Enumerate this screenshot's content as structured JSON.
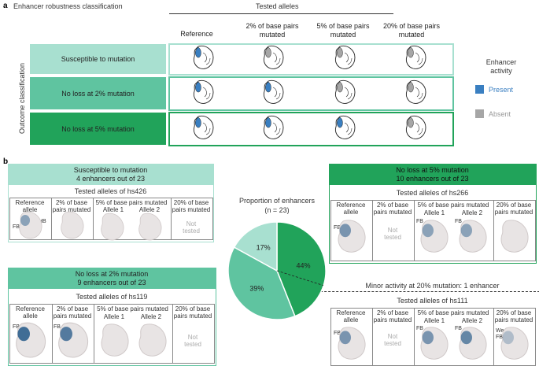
{
  "panel_a": {
    "label": "a",
    "title": "Enhancer robustness classification",
    "tested_alleles_title": "Tested alleles",
    "columns": [
      "Reference",
      "2% of base pairs\nmutated",
      "5% of base pairs\nmutated",
      "20% of base pairs\nmutated"
    ],
    "outcome_label": "Outcome classification",
    "rows": [
      {
        "label": "Susceptible to mutation",
        "color": "#a8e0d0",
        "activity": [
          "present",
          "absent",
          "absent",
          "absent"
        ]
      },
      {
        "label": "No loss at 2% mutation",
        "color": "#5fc4a0",
        "activity": [
          "present",
          "present",
          "absent",
          "absent"
        ]
      },
      {
        "label": "No loss at 5% mutation",
        "color": "#21a35a",
        "activity": [
          "present",
          "present",
          "present",
          "absent"
        ]
      }
    ],
    "legend": {
      "title": "Enhancer\nactivity",
      "present": "Present",
      "absent": "Absent",
      "present_color": "#3a7fc1",
      "absent_color": "#a6a6a6"
    }
  },
  "panel_b": {
    "label": "b",
    "susceptible": {
      "title": "Susceptible to mutation\n4 enhancers out of 23",
      "alleles_title": "Tested alleles of hs426",
      "color": "#a8e0d0",
      "cells": [
        "Reference\nallele",
        "2% of base\npairs mutated",
        "5% of base pairs mutated",
        "20% of base\npairs mutated"
      ],
      "allele1": "Allele 1",
      "allele2": "Allele 2",
      "not_tested": "Not\ntested",
      "fb": "FB",
      "hb": "HB"
    },
    "no_loss_2": {
      "title": "No loss at 2% mutation\n9 enhancers out of 23",
      "alleles_title": "Tested alleles of hs119",
      "color": "#5fc4a0",
      "cells": [
        "Reference\nallele",
        "2% of base\npairs mutated",
        "5% of base pairs mutated",
        "20% of base\npairs mutated"
      ],
      "allele1": "Allele 1",
      "allele2": "Allele 2",
      "not_tested": "Not\ntested",
      "fb": "FB"
    },
    "no_loss_5": {
      "title": "No loss at 5% mutation\n10 enhancers out of 23",
      "alleles_title": "Tested alleles of hs266",
      "color": "#21a35a",
      "cells": [
        "Reference\nallele",
        "2% of base\npairs mutated",
        "5% of base pairs mutated",
        "20% of base\npairs mutated"
      ],
      "allele1": "Allele 1",
      "allele2": "Allele 2",
      "not_tested": "Not\ntested",
      "fb": "FB"
    },
    "minor": {
      "title": "Minor activity at 20% mutation: 1 enhancer",
      "alleles_title": "Tested alleles of hs111",
      "cells": [
        "Reference\nallele",
        "2% of base pairs mutated",
        "5% of base pairs mutated",
        "20% of base\npairs mutated"
      ],
      "allele1": "Allele 1",
      "allele2": "Allele 2",
      "not_tested": "Not\ntested",
      "fb": "FB",
      "weak_fb": "Weak\nFB"
    },
    "pie": {
      "title": "Proportion of enhancers",
      "n_label": "(n = 23)",
      "slices": [
        {
          "label": "44%",
          "value": 44,
          "color": "#21a35a"
        },
        {
          "label": "39%",
          "value": 39,
          "color": "#5fc4a0"
        },
        {
          "label": "17%",
          "value": 17,
          "color": "#a8e0d0"
        }
      ]
    }
  }
}
